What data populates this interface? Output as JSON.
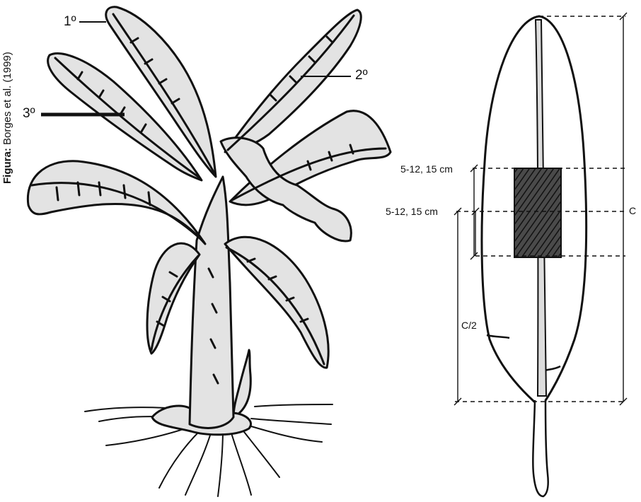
{
  "caption": {
    "bold": "Figura:",
    "text": " Borges et al. (1999)"
  },
  "plant_labels": {
    "leaf1": "1º",
    "leaf2": "2º",
    "leaf3": "3º"
  },
  "leaf_labels": {
    "upper_sample": "5-12, 15 cm",
    "lower_sample": "5-12, 15 cm",
    "half_length": "C/2",
    "length": "C"
  }
}
